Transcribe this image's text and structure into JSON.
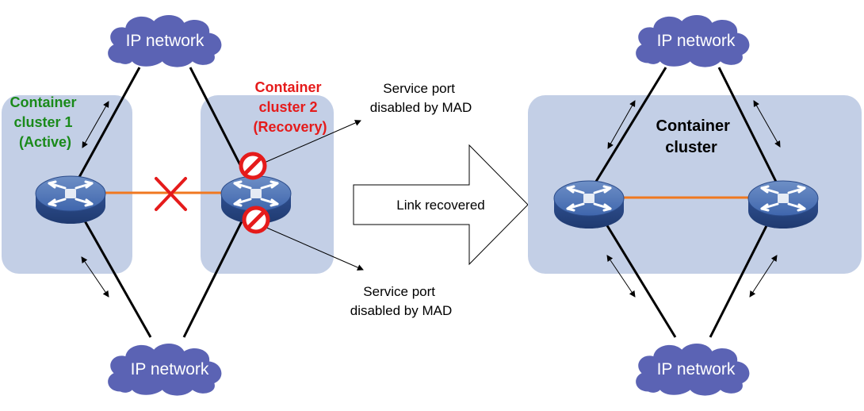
{
  "left": {
    "top_cloud": "IP network",
    "bottom_cloud": "IP network",
    "cluster1": {
      "line1": "Container",
      "line2": "cluster 1",
      "line3": "(Active)",
      "color": "#1a8a1a"
    },
    "cluster2": {
      "line1": "Container",
      "line2": "cluster 2",
      "line3": "(Recovery)",
      "color": "#e51b1b"
    },
    "callout_top": {
      "line1": "Service port",
      "line2": "disabled by MAD"
    },
    "callout_bottom": {
      "line1": "Service port",
      "line2": "disabled by MAD"
    }
  },
  "middle": {
    "arrow_label": "Link recovered"
  },
  "right": {
    "top_cloud": "IP network",
    "bottom_cloud": "IP network",
    "cluster": {
      "line1": "Container",
      "line2": "cluster"
    }
  },
  "colors": {
    "cloud": "#5b63b4",
    "cluster_bg": "#c3cfe6",
    "link_orange": "#f07820",
    "fail_red": "#e51b1b"
  },
  "icons": {
    "device": "switch-icon",
    "blocked": "prohibited-icon",
    "failure": "cross-icon"
  }
}
